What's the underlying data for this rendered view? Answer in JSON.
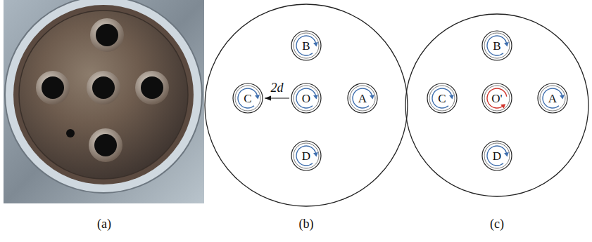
{
  "diagram": {
    "nodes": [
      {
        "text": [
          "B"
        ]
      },
      {
        "text": [
          "C"
        ]
      },
      {
        "text": [
          "O"
        ]
      },
      {
        "text": [
          "A"
        ]
      },
      {
        "text": [
          "D"
        ]
      },
      {
        "text": [
          "B"
        ]
      },
      {
        "text": [
          "C"
        ]
      },
      {
        "text": [
          "O'"
        ]
      },
      {
        "text": [
          "A"
        ]
      },
      {
        "text": [
          "D"
        ]
      }
    ],
    "edges": [
      {
        "from": 2,
        "to": 1,
        "arrow": "to",
        "label": "2d"
      }
    ],
    "labels": [
      "(a)",
      "(b)",
      "(c)"
    ]
  }
}
